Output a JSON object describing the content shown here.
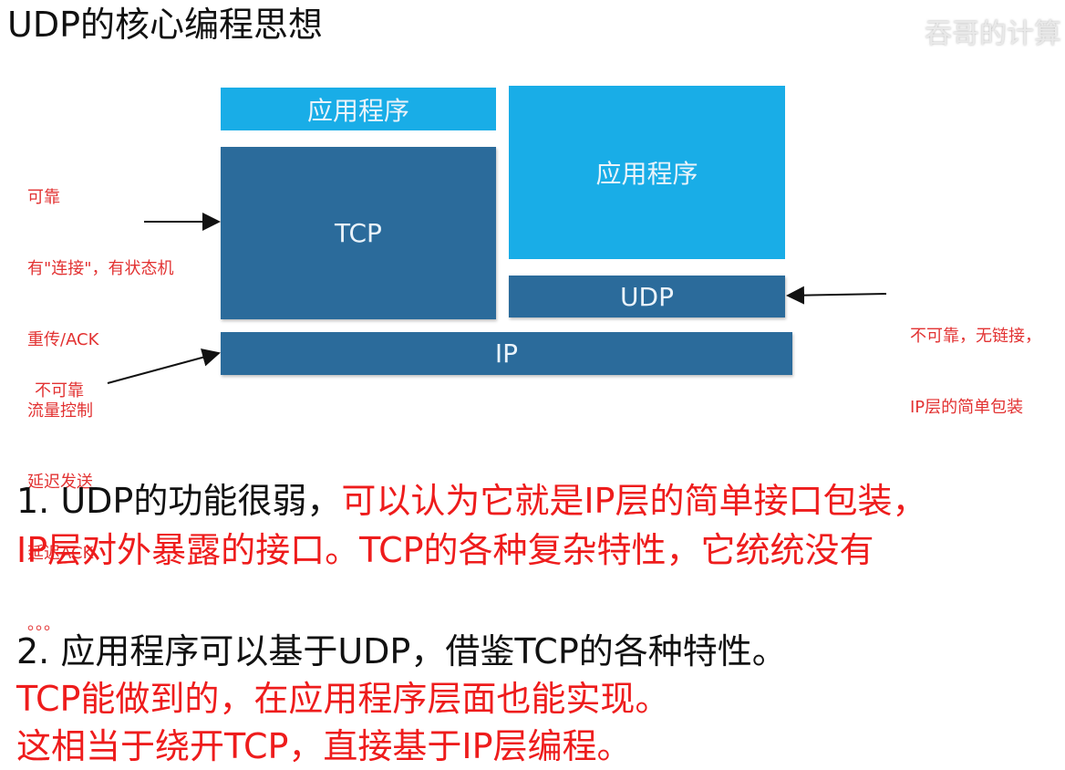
{
  "title": "UDP的核心编程思想",
  "watermark": "吞哥的计算",
  "diagram": {
    "app_left": "应用程序",
    "app_right": "应用程序",
    "tcp": "TCP",
    "udp": "UDP",
    "ip": "IP"
  },
  "notes": {
    "tcp": [
      "可靠",
      "有\"连接\"，有状态机",
      "重传/ACK",
      "流量控制",
      "延迟发送",
      "延迟ACK",
      "。。。"
    ],
    "udp": [
      "不可靠，无链接，",
      "IP层的简单包装"
    ],
    "ip": "不可靠"
  },
  "statements": {
    "s1_line1_black": "1. UDP的功能很弱，",
    "s1_line1_red": "可以认为它就是IP层的简单接口包装，",
    "s1_line2_red": "IP层对外暴露的接口。TCP的各种复杂特性，它统统没有",
    "s2_line1_black": "2. 应用程序可以基于UDP，借鉴TCP的各种特性。",
    "s2_line2_red": "TCP能做到的，在应用程序层面也能实现。",
    "s2_line3_red": "这相当于绕开TCP，直接基于IP层编程。"
  },
  "colors": {
    "light_box": "#19ade7",
    "dark_box": "#2b6b9b",
    "note_red": "#e23232",
    "statement_red": "#ee1c1c"
  }
}
